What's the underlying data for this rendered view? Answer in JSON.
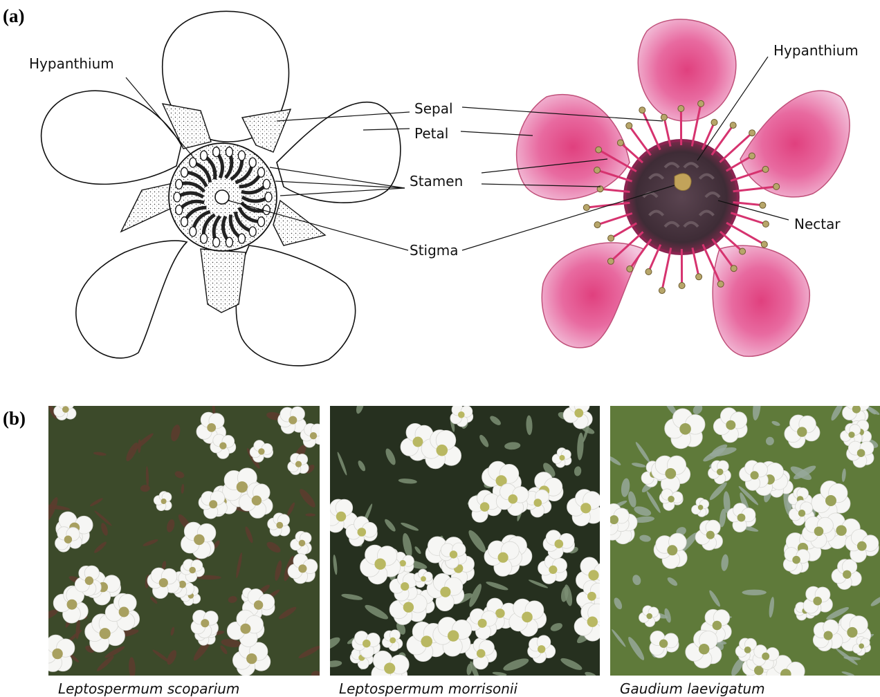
{
  "panels": {
    "a": "(a)",
    "b": "(b)"
  },
  "drawing_labels": {
    "hypanthium": "Hypanthium"
  },
  "shared_labels": {
    "sepal": "Sepal",
    "petal": "Petal",
    "stamen": "Stamen",
    "stigma": "Stigma"
  },
  "photo_labels": {
    "hypanthium": "Hypanthium",
    "nectar": "Nectar"
  },
  "captions": [
    "Leptospermum scoparium",
    "Leptospermum morrisonii",
    "Gaudium laevigatum"
  ],
  "colors": {
    "petal_pink": "#e0508a",
    "petal_light": "#f3c6de",
    "hypanthium_dark": "#4a3440",
    "leaf_green": "#3f5a2e",
    "flower_white": "#f4f4f2"
  }
}
